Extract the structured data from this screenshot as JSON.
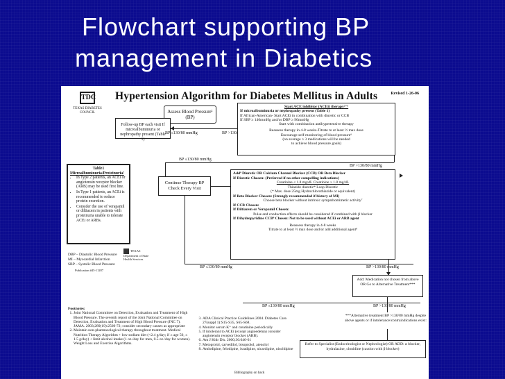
{
  "slide": {
    "title_line1": "Flowchart supporting BP",
    "title_line2": "management in Diabetics"
  },
  "document": {
    "title": "Hypertension Algorithm for Diabetes Mellitus in Adults",
    "revised": "Revised 1-26-06",
    "logo_mark": "TDC",
    "logo_text": "TEXAS DIABETES COUNCIL",
    "assess": "Assess Blood Pressure¹ (BP)",
    "followup": "Follow-up BP each visit If microalbuminuria or nephropathy present (Table 1)",
    "bp_low": "BP ≤130/80 mmHg",
    "bp_high": "BP >130/80 mmHg",
    "start_ace": {
      "head": "Start ACE inhibitor (ACEi) therapy²⁻⁵",
      "l1": "If microalbuminuria or nephropathy present (Table 1)",
      "l2": "If African-American- Start ACEi in combination with diuretic or CCB",
      "l3": "If SBP ≥ 140mmHg and/or DBP ≥ 90mmHg",
      "l4": "Start with combination antihypertensive therapy",
      "l5": "Reassess therapy in 4-8 weeks-Titrate to at least ½ max dose",
      "l6": "Encourage self-monitoring of blood pressure⁶",
      "l7": "(on average ≥ 3 medications will be needed",
      "l8": "to achieve blood pressure goals)"
    },
    "table1": {
      "head": "Table1",
      "sub": "Microalbuminuria/Proteinuria²",
      "items": [
        "In Type 2 patients, an ACEi or angiotensin receptor blocker (ARB) may be used first line.",
        "In Type 1 patients, an ACEi is recommended to reduce protein excretion.",
        "Consider the use of verapamil or diltiazem in patients with proteinuria unable to tolerate ACEi or ARBs."
      ]
    },
    "continue": "Continue Therapy BP Check Every Visit",
    "add_box": {
      "l1": "Add⁸ Diuretic OR Calcium Channel Blocker (CCB) OR Beta Blocker",
      "l2": "If Diuretic Chosen: (Preferred if no other compelling indications)",
      "l3": "Creatinine ≤ 1.8 mg/dL          Creatinine ≥ 1.8 mg/dL",
      "l4": "Thiazide diuretic*                 Loop Diuretic",
      "l5": "(* Max. dose 25mg Hydrochlorothiazide or equivalent)",
      "l6": "If Beta Blocker Chosen: (Strongly recommended if history of MI)",
      "l7": "Choose beta blocker without intrinsic sympathomimetic activity⁷",
      "l8": "If CCB Chosen:",
      "l9": "If Diltiazem or Verapamil Chosen:",
      "l10": "Pulse and conduction effects should be considered if combined with β blocker",
      "l11": "If Dihydropyridine CCB⁹ Chosen: Not to be used without ACEi or ARB agent",
      "l12": "Reassess therapy in 4-8 weeks",
      "l13": "Titrate to at least ½ max dose and/or add additional agent⁸"
    },
    "add_med": "Add: Medication not chosen from above OR Go to Alternative Treatment***",
    "alt": "***Alternative treatment BP >130/80 mmHg despite above agents or if intolerance/contraindications exist:",
    "refer": "Refer to Specialist (Endocrinologist or Nephrologist) OR ADD: α blocker, hydralazine, clonidine (caution with β blocker)",
    "abbr": [
      "DBP – Diastolic Blood Pressure",
      "MI – Myocardial Infarction",
      "SBP – Systolic Blood Pressure"
    ],
    "seal_text": "TEXAS Department of State Health Services",
    "publication": "Publication #45-11287",
    "footnotes_head": "Footnotes:",
    "footnotes_left": [
      "Joint National Committee on Detection, Evaluation and Treatment of High Blood Pressure. The seventh report of the Joint National Committee on Detection, Evaluation and Treatment of High Blood Pressure (JNC 7). JAMA. 2003;289(19):2560-72; consider secondary causes as appropriate",
      "Maintain non-pharmacological therapy throughout treatment. Medical Nutrition Therapy Algorithm + low sodium diet (<2.4 g/day; if ≥ age 50, ≤ 1.5 g/day) + limit alcohol intake (1 oz./day for men, 0.5 oz./day for women). Weight Loss and Exercise Algorithms."
    ],
    "footnotes_right": [
      "ADA Clinical Practice Guidelines 2004. Diabetes Care. 27(suppl 1):S15-S35, S65-S68.",
      "Monitor serum K⁺ and creatinine periodically",
      "If intolerant to ACEi (except angioedema) consider angiotensin receptor blocker (ARB).",
      "Am J Kidr Dis. 2000;36:646-61",
      "Metoprolol, carvedilol, bisoprolol, atenolol",
      "Amlodipine, felodipine, isradipine, nicardipine, nisoldipine"
    ],
    "bibliography": "Bibliography on back"
  }
}
